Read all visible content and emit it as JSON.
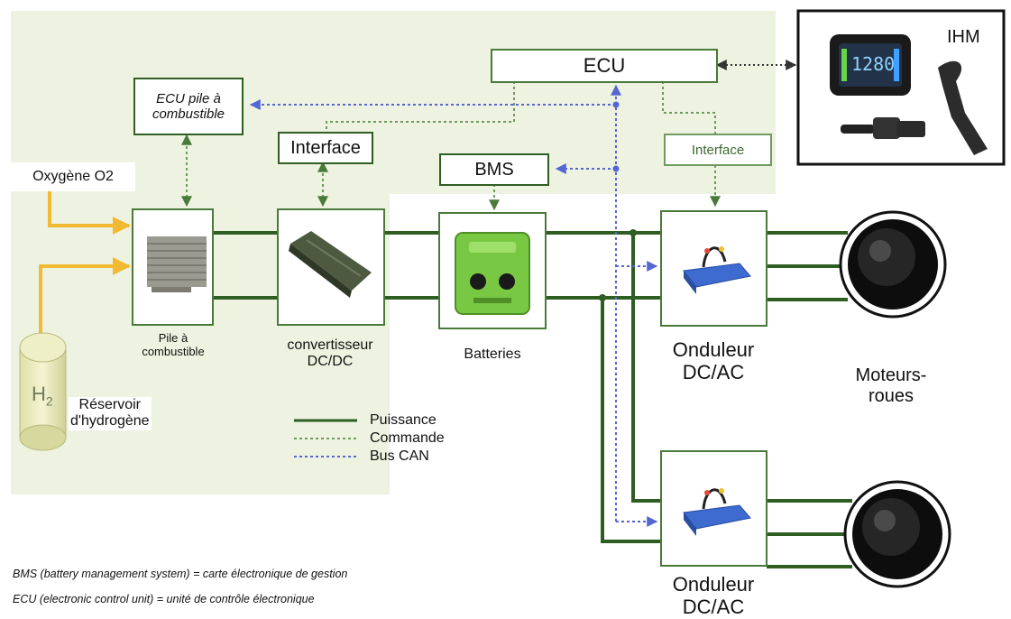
{
  "labels": {
    "ecu": "ECU",
    "ihm": "IHM",
    "ecu_pile_line1": "ECU pile à",
    "ecu_pile_line2": "combustible",
    "interface_dcdc": "Interface",
    "interface_onduleur": "Interface",
    "bms": "BMS",
    "oxygene": "Oxygène O2",
    "hydrogen_symbol": "H",
    "hydrogen_subscript": "2",
    "reservoir_line1": "Réservoir",
    "reservoir_line2": "d'hydrogène",
    "pile_line1": "Pile à",
    "pile_line2": "combustible",
    "convertisseur_line1": "convertisseur",
    "convertisseur_line2": "DC/DC",
    "batteries": "Batteries",
    "onduleur1_line1": "Onduleur",
    "onduleur1_line2": "DC/AC",
    "onduleur2_line1": "Onduleur",
    "onduleur2_line2": "DC/AC",
    "moteurs_line1": "Moteurs-",
    "moteurs_line2": "roues",
    "hmi_display_value": "1280"
  },
  "legend": {
    "puissance": "Puissance",
    "commande": "Commande",
    "bus_can": "Bus CAN"
  },
  "footnotes": {
    "bms": "BMS (battery management system) = carte électronique de gestion",
    "ecu": "ECU (electronic control unit) = unité de contrôle électronique"
  },
  "colors": {
    "background_zone": "#eef3e1",
    "power_line": "#2f5e22",
    "command_line": "#6f9a5f",
    "can_bus": "#5566d4",
    "gas_arrow": "#f2b933",
    "box_border": "#4a7a3a"
  }
}
